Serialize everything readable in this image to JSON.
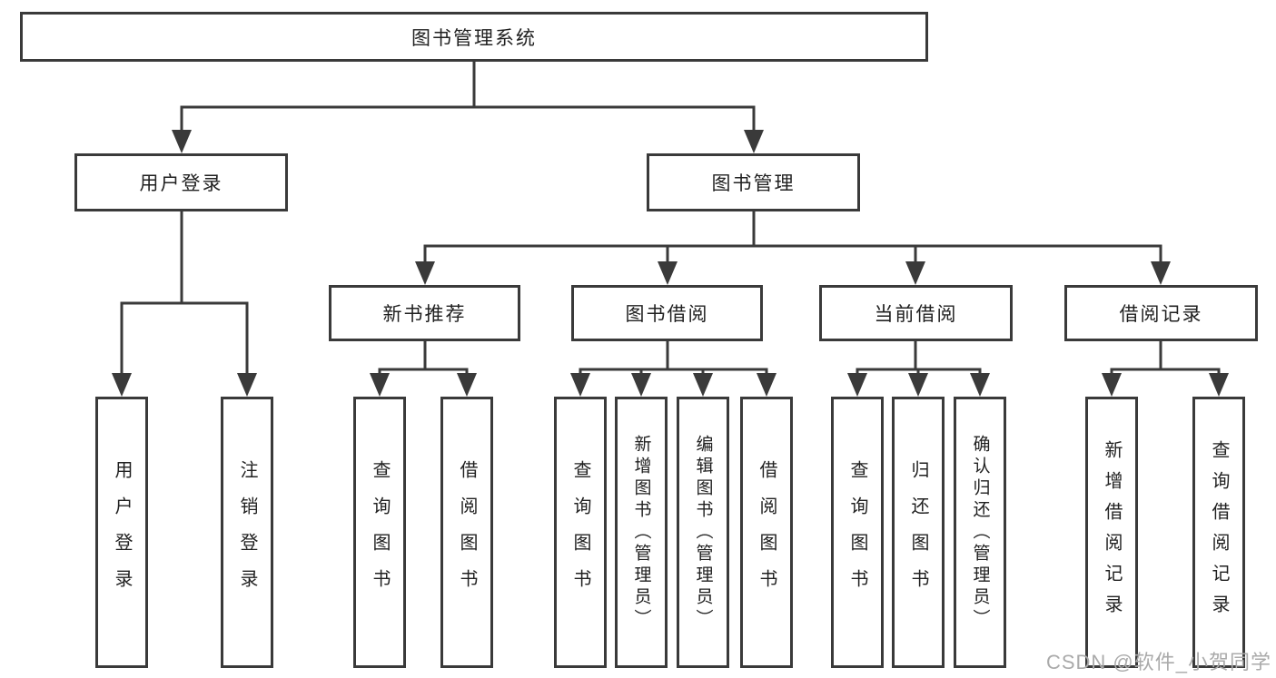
{
  "tree": {
    "root": {
      "label": "图书管理系统",
      "children": [
        {
          "label": "用户登录",
          "children": [
            {
              "label": "用户登录"
            },
            {
              "label": "注销登录"
            }
          ]
        },
        {
          "label": "图书管理",
          "children": [
            {
              "label": "新书推荐",
              "children": [
                {
                  "label": "查询图书"
                },
                {
                  "label": "借阅图书"
                }
              ]
            },
            {
              "label": "图书借阅",
              "children": [
                {
                  "label": "查询图书"
                },
                {
                  "label": "新增图书（管理员）"
                },
                {
                  "label": "编辑图书（管理员）"
                },
                {
                  "label": "借阅图书"
                }
              ]
            },
            {
              "label": "当前借阅",
              "children": [
                {
                  "label": "查询图书"
                },
                {
                  "label": "归还图书"
                },
                {
                  "label": "确认归还（管理员）"
                }
              ]
            },
            {
              "label": "借阅记录",
              "children": [
                {
                  "label": "新增借阅记录"
                },
                {
                  "label": "查询借阅记录"
                }
              ]
            }
          ]
        }
      ]
    }
  },
  "watermark": {
    "text": "CSDN @软件_小贺同学"
  },
  "colors": {
    "line": "#3a3a3a",
    "text": "#212121",
    "watermark": "#aaaaaa",
    "background": "#ffffff"
  }
}
